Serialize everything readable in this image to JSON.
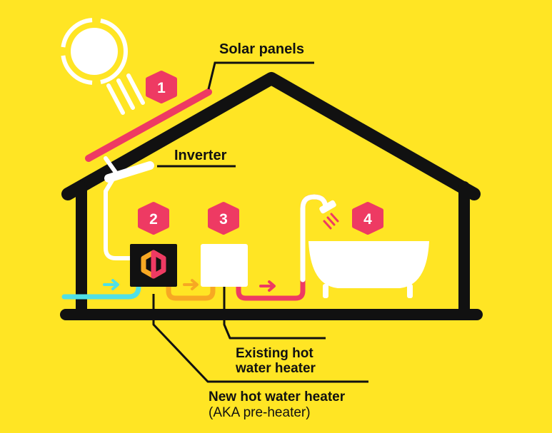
{
  "labels": {
    "solar_panels": "Solar panels",
    "inverter": "Inverter",
    "existing_heater_line1": "Existing hot",
    "existing_heater_line2": "water heater",
    "new_heater_line1": "New hot water heater",
    "new_heater_line2": "(AKA pre-heater)"
  },
  "badges": {
    "one": "1",
    "two": "2",
    "three": "3",
    "four": "4"
  },
  "colors": {
    "background": "#FFE524",
    "house_outline": "#111111",
    "badge": "#EE3A63",
    "solar_panel": "#EE3A63",
    "cold_water": "#4FE0E6",
    "warm_water": "#F7A823",
    "hot_water": "#EE3A63",
    "white": "#FFFFFF"
  },
  "icons": [
    "sun-icon",
    "inverter-icon",
    "pre-heater-logo-icon",
    "water-heater-tank-icon",
    "bathtub-icon",
    "shower-icon",
    "flow-arrow-icon"
  ]
}
